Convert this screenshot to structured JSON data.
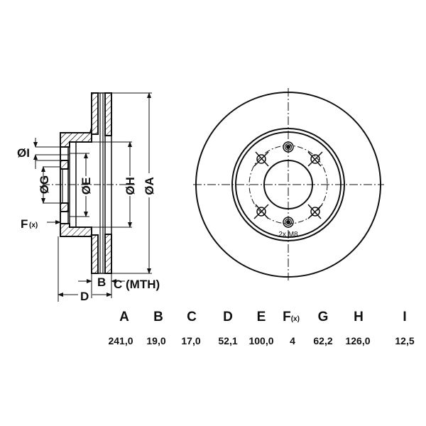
{
  "diagram": {
    "title": "Brake disc technical drawing",
    "side_view": {
      "labels": {
        "I": "ØI",
        "G": "ØG",
        "E": "ØE",
        "H": "ØH",
        "A": "ØA",
        "F": "F",
        "F_sub": "(x)",
        "B": "B",
        "C": "C (MTH)",
        "D": "D"
      }
    },
    "front_view": {
      "thread_note": "2x M8",
      "bolt_holes": 4,
      "threaded_holes": 2
    }
  },
  "table": {
    "headers": [
      {
        "key": "A",
        "label": "A",
        "sub": ""
      },
      {
        "key": "B",
        "label": "B",
        "sub": ""
      },
      {
        "key": "C",
        "label": "C",
        "sub": ""
      },
      {
        "key": "D",
        "label": "D",
        "sub": ""
      },
      {
        "key": "E",
        "label": "E",
        "sub": ""
      },
      {
        "key": "F",
        "label": "F",
        "sub": "(x)"
      },
      {
        "key": "G",
        "label": "G",
        "sub": ""
      },
      {
        "key": "H",
        "label": "H",
        "sub": ""
      },
      {
        "key": "I",
        "label": "I",
        "sub": ""
      }
    ],
    "values": [
      "241,0",
      "19,0",
      "17,0",
      "52,1",
      "100,0",
      "4",
      "62,2",
      "126,0",
      "12,5"
    ]
  },
  "colors": {
    "line": "#111111",
    "background": "#ffffff"
  }
}
